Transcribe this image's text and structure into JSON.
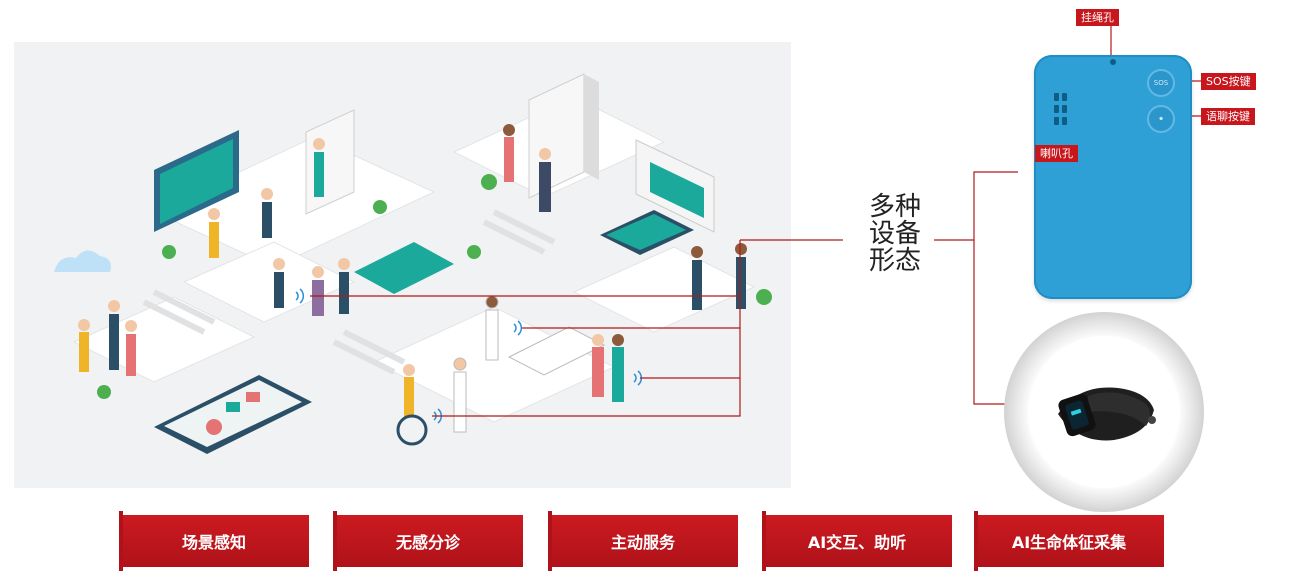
{
  "center_label": [
    "多种",
    "设备",
    "形态"
  ],
  "device_labels": {
    "lanyard_hole": "挂绳孔",
    "sos_button": "SOS按键",
    "voice_button": "语聊按键",
    "speaker_hole": "喇叭孔",
    "sos_glyph": "SOS"
  },
  "features": [
    {
      "label": "场景感知"
    },
    {
      "label": "无感分诊"
    },
    {
      "label": "主动服务"
    },
    {
      "label": "AI交互、助听"
    },
    {
      "label": "AI生命体征采集"
    }
  ],
  "colors": {
    "accent_red": "#c8161d",
    "device_blue": "#2ea0d6",
    "teal": "#1aa99b"
  }
}
